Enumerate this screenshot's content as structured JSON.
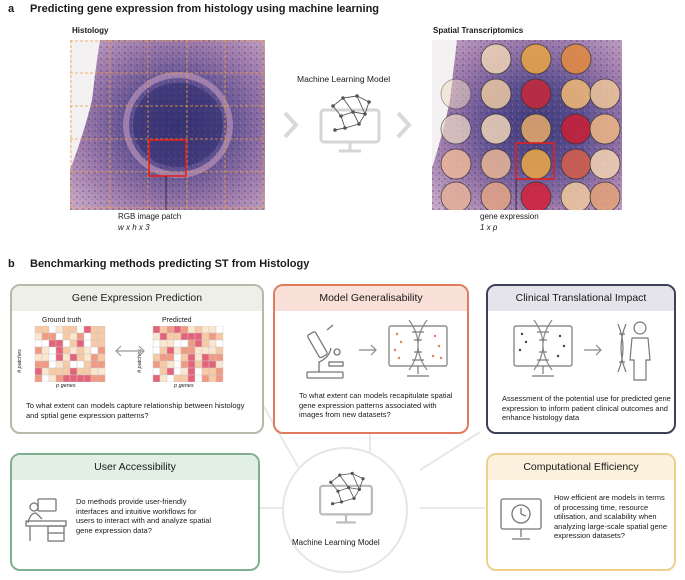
{
  "panel_a": {
    "letter": "a",
    "title": "Predicting gene expression from histology using machine learning",
    "histology_label": "Histology",
    "ml_label": "Machine Learning Model",
    "st_label": "Spatial Transcriptomics",
    "patch_label": "RGB image patch",
    "patch_dims": "w x h x 3",
    "expr_label": "gene expression",
    "expr_dims": "1 x p"
  },
  "panel_b": {
    "letter": "b",
    "title": "Benchmarking methods predicting ST from Histology",
    "center_label": "Machine Learning Model",
    "boxes": {
      "gene_expression": {
        "title": "Gene Expression Prediction",
        "ground_truth": "Ground truth",
        "predicted": "Predicted",
        "y_axis": "# patches",
        "x_axis": "p genes",
        "question": "To what extent can models capture relationship between histology and sptial gene expression patterns?",
        "color": "#b9b8a9"
      },
      "generalisability": {
        "title": "Model Generalisability",
        "question": "To what extent can models recapitulate spatial gene expression patterns associated with images from new datasets?",
        "color": "#e07b5f"
      },
      "clinical": {
        "title": "Clinical Translational Impact",
        "question": "Assessment of the potential use for predicted gene expression to inform patient clinical outcomes and enhance histology data",
        "color": "#3d4157"
      },
      "accessibility": {
        "title": "User Accessibility",
        "question": "Do methods provide user-friendly interfaces and intuitive workflows for users to interact with and analyze spatial gene expression data?",
        "color": "#7fb08d"
      },
      "efficiency": {
        "title": "Computational Efficiency",
        "question": "How efficient are models in terms of processing time, resource utilisation, and scalability when analyzing large-scale spatial gene expression datasets?",
        "color": "#efcf8c"
      }
    }
  },
  "icons": [
    "network-monitor-icon",
    "chevron-right-icon",
    "microscope-icon",
    "arrow-right-icon",
    "dna-monitor-icon",
    "person-dna-icon",
    "desk-user-icon",
    "clock-monitor-icon"
  ]
}
